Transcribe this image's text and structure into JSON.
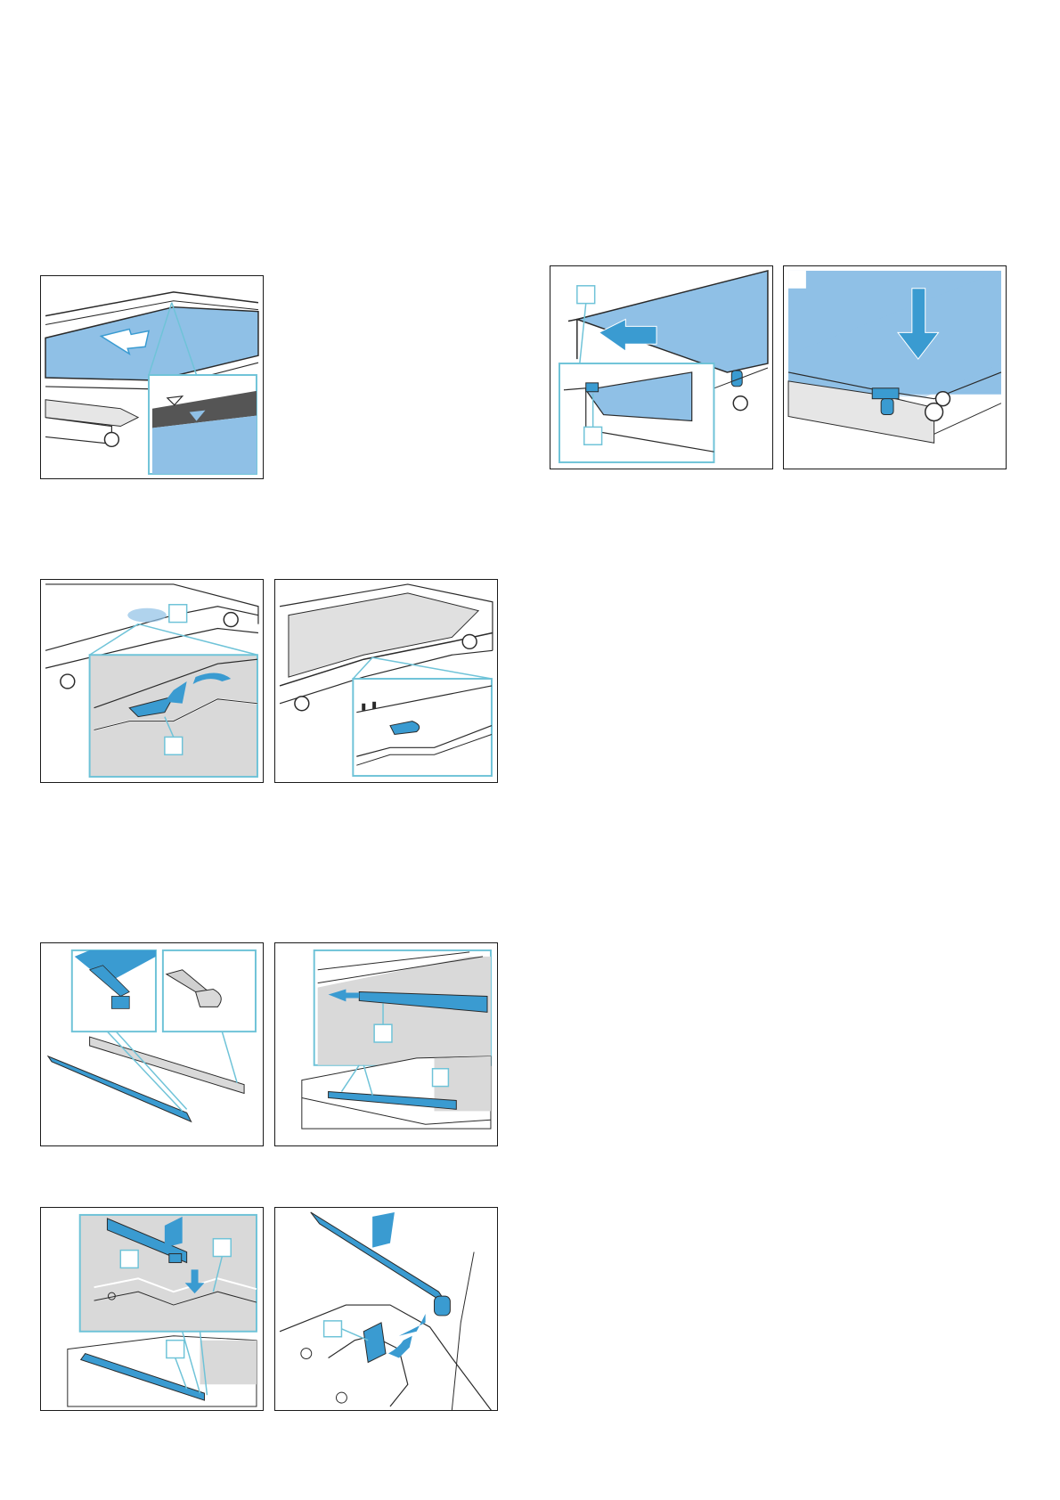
{
  "page": {
    "background": "#ffffff",
    "illustrations": [
      {
        "id": "fig1",
        "description_icon": "glass-pane-insert-with-marker-zoom",
        "labels": []
      },
      {
        "id": "fig2",
        "description_icon": "glass-pane-slide-under-clip",
        "labels": []
      },
      {
        "id": "fig3",
        "description_icon": "glass-pane-press-down",
        "labels": []
      },
      {
        "id": "fig4",
        "description_icon": "clip-push-down",
        "labels": []
      },
      {
        "id": "fig5",
        "description_icon": "clip-seated",
        "labels": []
      },
      {
        "id": "fig6",
        "description_icon": "cover-strips-detail",
        "labels": []
      },
      {
        "id": "fig7",
        "description_icon": "cover-strip-slide-in",
        "labels": []
      },
      {
        "id": "fig8",
        "description_icon": "cover-strip-press-down",
        "labels": []
      },
      {
        "id": "fig9",
        "description_icon": "hinge-clip-attach",
        "labels": []
      }
    ]
  },
  "colors": {
    "accent_blue": "#3a9bd1",
    "glass_blue": "#8fc0e6",
    "zoom_frame": "#6fc3d8",
    "gray_fill": "#d9d9d9",
    "line": "#2a2a2a"
  }
}
